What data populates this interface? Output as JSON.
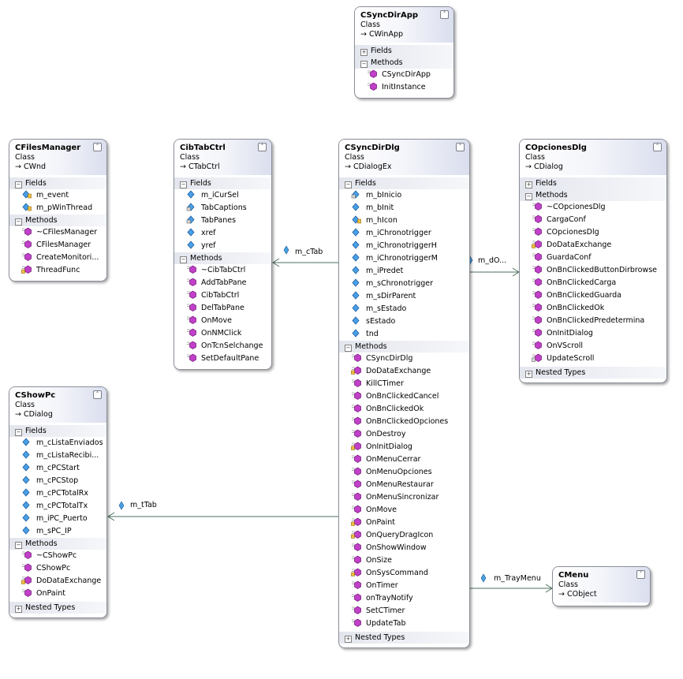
{
  "section_labels": {
    "fields": "Fields",
    "methods": "Methods",
    "nested": "Nested Types"
  },
  "classes": {
    "csyncdirapp": {
      "name": "CSyncDirApp",
      "stereotype": "Class",
      "base": "CWinApp",
      "methods": [
        {
          "name": "CSyncDirApp",
          "icon": "method-public"
        },
        {
          "name": "InitInstance",
          "icon": "method-public"
        }
      ]
    },
    "cfilesmanager": {
      "name": "CFilesManager",
      "stereotype": "Class",
      "base": "CWnd",
      "fields": [
        {
          "name": "m_event",
          "icon": "field-protected"
        },
        {
          "name": "m_pWinThread",
          "icon": "field-protected"
        }
      ],
      "methods": [
        {
          "name": "~CFilesManager",
          "icon": "method-public"
        },
        {
          "name": "CFilesManager",
          "icon": "method-public"
        },
        {
          "name": "CreateMonitori...",
          "icon": "method-public"
        },
        {
          "name": "ThreadFunc",
          "icon": "method-protected"
        }
      ]
    },
    "cibtabctrl": {
      "name": "CibTabCtrl",
      "stereotype": "Class",
      "base": "CTabCtrl",
      "fields": [
        {
          "name": "m_iCurSel",
          "icon": "field-public"
        },
        {
          "name": "TabCaptions",
          "icon": "field-private"
        },
        {
          "name": "TabPanes",
          "icon": "field-private"
        },
        {
          "name": "xref",
          "icon": "field-public"
        },
        {
          "name": "yref",
          "icon": "field-public"
        }
      ],
      "methods": [
        {
          "name": "~CibTabCtrl",
          "icon": "method-public"
        },
        {
          "name": "AddTabPane",
          "icon": "method-public"
        },
        {
          "name": "CibTabCtrl",
          "icon": "method-public"
        },
        {
          "name": "DelTabPane",
          "icon": "method-public"
        },
        {
          "name": "OnMove",
          "icon": "method-public"
        },
        {
          "name": "OnNMClick",
          "icon": "method-public"
        },
        {
          "name": "OnTcnSelchange",
          "icon": "method-public"
        },
        {
          "name": "SetDefaultPane",
          "icon": "method-public"
        }
      ]
    },
    "csyncdirdlg": {
      "name": "CSyncDirDlg",
      "stereotype": "Class",
      "base": "CDialogEx",
      "fields": [
        {
          "name": "m_bInicio",
          "icon": "field-private"
        },
        {
          "name": "m_bInit",
          "icon": "field-public"
        },
        {
          "name": "m_hIcon",
          "icon": "field-protected"
        },
        {
          "name": "m_iChronotrigger",
          "icon": "field-public"
        },
        {
          "name": "m_iChronotriggerH",
          "icon": "field-public"
        },
        {
          "name": "m_iChronotriggerM",
          "icon": "field-public"
        },
        {
          "name": "m_iPredet",
          "icon": "field-public"
        },
        {
          "name": "m_sChronotrigger",
          "icon": "field-public"
        },
        {
          "name": "m_sDirParent",
          "icon": "field-public"
        },
        {
          "name": "m_sEstado",
          "icon": "field-public"
        },
        {
          "name": "sEstado",
          "icon": "field-public"
        },
        {
          "name": "tnd",
          "icon": "field-public"
        }
      ],
      "methods": [
        {
          "name": "CSyncDirDlg",
          "icon": "method-public"
        },
        {
          "name": "DoDataExchange",
          "icon": "method-protected"
        },
        {
          "name": "KillCTimer",
          "icon": "method-public"
        },
        {
          "name": "OnBnClickedCancel",
          "icon": "method-public"
        },
        {
          "name": "OnBnClickedOk",
          "icon": "method-public"
        },
        {
          "name": "OnBnClickedOpciones",
          "icon": "method-public"
        },
        {
          "name": "OnDestroy",
          "icon": "method-public"
        },
        {
          "name": "OnInitDialog",
          "icon": "method-protected"
        },
        {
          "name": "OnMenuCerrar",
          "icon": "method-public"
        },
        {
          "name": "OnMenuOpciones",
          "icon": "method-public"
        },
        {
          "name": "OnMenuRestaurar",
          "icon": "method-public"
        },
        {
          "name": "OnMenuSincronizar",
          "icon": "method-public"
        },
        {
          "name": "OnMove",
          "icon": "method-public"
        },
        {
          "name": "OnPaint",
          "icon": "method-protected"
        },
        {
          "name": "OnQueryDragIcon",
          "icon": "method-protected"
        },
        {
          "name": "OnShowWindow",
          "icon": "method-public"
        },
        {
          "name": "OnSize",
          "icon": "method-public"
        },
        {
          "name": "OnSysCommand",
          "icon": "method-protected"
        },
        {
          "name": "OnTimer",
          "icon": "method-public"
        },
        {
          "name": "onTrayNotify",
          "icon": "method-public"
        },
        {
          "name": "SetCTimer",
          "icon": "method-public"
        },
        {
          "name": "UpdateTab",
          "icon": "method-public"
        }
      ]
    },
    "copcionesdlg": {
      "name": "COpcionesDlg",
      "stereotype": "Class",
      "base": "CDialog",
      "methods": [
        {
          "name": "~COpcionesDlg",
          "icon": "method-public"
        },
        {
          "name": "CargaConf",
          "icon": "method-public"
        },
        {
          "name": "COpcionesDlg",
          "icon": "method-public"
        },
        {
          "name": "DoDataExchange",
          "icon": "method-protected"
        },
        {
          "name": "GuardaConf",
          "icon": "method-public"
        },
        {
          "name": "OnBnClickedButtonDirbrowse",
          "icon": "method-public"
        },
        {
          "name": "OnBnClickedCarga",
          "icon": "method-public"
        },
        {
          "name": "OnBnClickedGuarda",
          "icon": "method-public"
        },
        {
          "name": "OnBnClickedOk",
          "icon": "method-public"
        },
        {
          "name": "OnBnClickedPredetermina",
          "icon": "method-public"
        },
        {
          "name": "OnInitDialog",
          "icon": "method-public"
        },
        {
          "name": "OnVScroll",
          "icon": "method-public"
        },
        {
          "name": "UpdateScroll",
          "icon": "method-private"
        }
      ]
    },
    "cshowpc": {
      "name": "CShowPc",
      "stereotype": "Class",
      "base": "CDialog",
      "fields": [
        {
          "name": "m_cListaEnviados",
          "icon": "field-public"
        },
        {
          "name": "m_cListaRecibi...",
          "icon": "field-public"
        },
        {
          "name": "m_cPCStart",
          "icon": "field-public"
        },
        {
          "name": "m_cPCStop",
          "icon": "field-public"
        },
        {
          "name": "m_cPCTotalRx",
          "icon": "field-public"
        },
        {
          "name": "m_cPCTotalTx",
          "icon": "field-public"
        },
        {
          "name": "m_iPC_Puerto",
          "icon": "field-public"
        },
        {
          "name": "m_sPC_IP",
          "icon": "field-public"
        }
      ],
      "methods": [
        {
          "name": "~CShowPc",
          "icon": "method-public"
        },
        {
          "name": "CShowPc",
          "icon": "method-public"
        },
        {
          "name": "DoDataExchange",
          "icon": "method-protected"
        },
        {
          "name": "OnPaint",
          "icon": "method-public"
        }
      ]
    },
    "cmenu": {
      "name": "CMenu",
      "stereotype": "Class",
      "base": "CObject"
    }
  },
  "associations": [
    {
      "from": "CSyncDirDlg",
      "to": "CibTabCtrl",
      "label": "m_cTab"
    },
    {
      "from": "CSyncDirDlg",
      "to": "COpcionesDlg",
      "label": "m_dO..."
    },
    {
      "from": "CSyncDirDlg",
      "to": "CShowPc",
      "label": "m_tTab"
    },
    {
      "from": "CSyncDirDlg",
      "to": "CMenu",
      "label": "m_TrayMenu"
    }
  ]
}
